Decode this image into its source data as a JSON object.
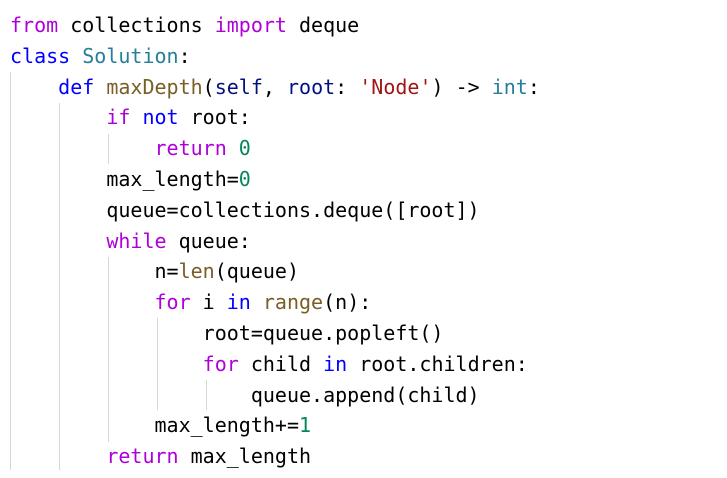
{
  "code_lines": [
    [
      {
        "t": "from",
        "k": "kw-flow"
      },
      {
        "t": " collections ",
        "k": "plain"
      },
      {
        "t": "import",
        "k": "kw-flow"
      },
      {
        "t": " deque",
        "k": "plain"
      }
    ],
    [
      {
        "t": "class",
        "k": "kw"
      },
      {
        "t": " ",
        "k": "plain"
      },
      {
        "t": "Solution",
        "k": "class"
      },
      {
        "t": ":",
        "k": "plain"
      }
    ],
    [
      {
        "t": "    ",
        "k": "plain"
      },
      {
        "t": "def",
        "k": "kw"
      },
      {
        "t": " ",
        "k": "plain"
      },
      {
        "t": "maxDepth",
        "k": "func"
      },
      {
        "t": "(",
        "k": "plain"
      },
      {
        "t": "self",
        "k": "param"
      },
      {
        "t": ", ",
        "k": "plain"
      },
      {
        "t": "root",
        "k": "param"
      },
      {
        "t": ": ",
        "k": "plain"
      },
      {
        "t": "'Node'",
        "k": "str"
      },
      {
        "t": ") -> ",
        "k": "plain"
      },
      {
        "t": "int",
        "k": "type"
      },
      {
        "t": ":",
        "k": "plain"
      }
    ],
    [
      {
        "t": "        ",
        "k": "plain"
      },
      {
        "t": "if",
        "k": "kw-flow"
      },
      {
        "t": " ",
        "k": "plain"
      },
      {
        "t": "not",
        "k": "kw"
      },
      {
        "t": " root:",
        "k": "plain"
      }
    ],
    [
      {
        "t": "            ",
        "k": "plain"
      },
      {
        "t": "return",
        "k": "kw-flow"
      },
      {
        "t": " ",
        "k": "plain"
      },
      {
        "t": "0",
        "k": "num"
      }
    ],
    [
      {
        "t": "        max_length=",
        "k": "plain"
      },
      {
        "t": "0",
        "k": "num"
      }
    ],
    [
      {
        "t": "        queue=collections.deque([root])",
        "k": "plain"
      }
    ],
    [
      {
        "t": "        ",
        "k": "plain"
      },
      {
        "t": "while",
        "k": "kw-flow"
      },
      {
        "t": " queue:",
        "k": "plain"
      }
    ],
    [
      {
        "t": "            n=",
        "k": "plain"
      },
      {
        "t": "len",
        "k": "func"
      },
      {
        "t": "(queue)",
        "k": "plain"
      }
    ],
    [
      {
        "t": "            ",
        "k": "plain"
      },
      {
        "t": "for",
        "k": "kw-flow"
      },
      {
        "t": " i ",
        "k": "plain"
      },
      {
        "t": "in",
        "k": "kw"
      },
      {
        "t": " ",
        "k": "plain"
      },
      {
        "t": "range",
        "k": "func"
      },
      {
        "t": "(n):",
        "k": "plain"
      }
    ],
    [
      {
        "t": "                root=queue.popleft()",
        "k": "plain"
      }
    ],
    [
      {
        "t": "                ",
        "k": "plain"
      },
      {
        "t": "for",
        "k": "kw-flow"
      },
      {
        "t": " child ",
        "k": "plain"
      },
      {
        "t": "in",
        "k": "kw"
      },
      {
        "t": " root.children:",
        "k": "plain"
      }
    ],
    [
      {
        "t": "                    queue.append(child)",
        "k": "plain"
      }
    ],
    [
      {
        "t": "            max_length+=",
        "k": "plain"
      },
      {
        "t": "1",
        "k": "num"
      }
    ],
    [
      {
        "t": "        ",
        "k": "plain"
      },
      {
        "t": "return",
        "k": "kw-flow"
      },
      {
        "t": " max_length",
        "k": "plain"
      }
    ]
  ]
}
